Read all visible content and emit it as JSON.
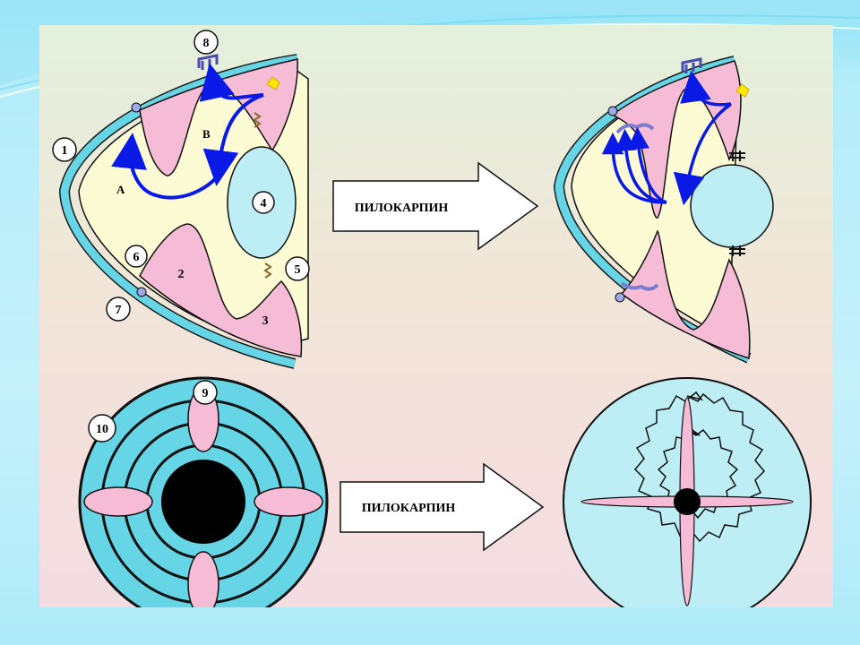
{
  "arrow_label_top": "ПИЛОКАРПИН",
  "arrow_label_bottom": "ПИЛОКАРПИН",
  "region_labels": {
    "a": "А",
    "b": "В"
  },
  "part_numbers": [
    "1",
    "2",
    "3",
    "4",
    "5",
    "6",
    "7",
    "8",
    "9",
    "10"
  ],
  "colors": {
    "cornea": "#66d6e6",
    "iris": "#f6bcd6",
    "chamber": "#fdfbd3",
    "lens": "#bdeef6",
    "flow_arrow": "#0a1ae6",
    "pupil": "#000000",
    "light": "#ffe800"
  }
}
